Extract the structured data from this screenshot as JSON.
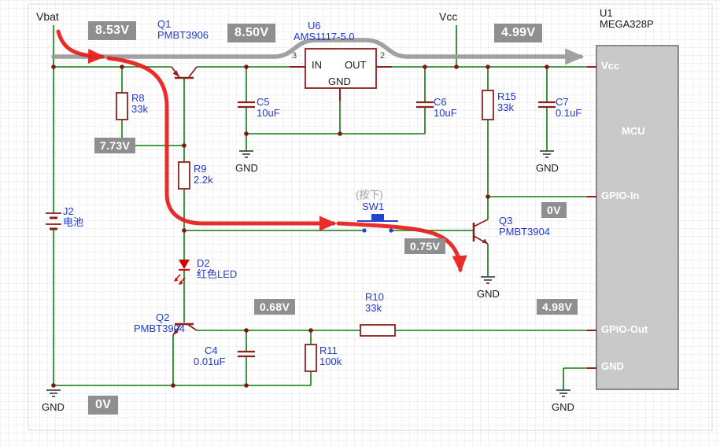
{
  "colors": {
    "wire_green": "#0f7d0f",
    "component_red": "#8d1f1f",
    "label_blue": "#2239d0",
    "badge_bg": "#8f8f8f",
    "highlight_red": "#e81c1c",
    "highlight_gray": "#9a9a9a"
  },
  "net_labels": {
    "vbat": "Vbat",
    "vcc": "Vcc",
    "gnd": "GND"
  },
  "voltage_badges": {
    "vbat_rail": "8.53V",
    "after_q1": "8.50V",
    "vcc_rail": "4.99V",
    "q1_base": "7.73V",
    "gpio_in": "0V",
    "q3_base": "0.75V",
    "q2_collector": "0.68V",
    "gpio_out": "4.98V",
    "gnd_rail": "0V"
  },
  "components": {
    "q1": {
      "ref": "Q1",
      "value": "PMBT3906"
    },
    "q2": {
      "ref": "Q2",
      "value": "PMBT3904"
    },
    "q3": {
      "ref": "Q3",
      "value": "PMBT3904"
    },
    "r8": {
      "ref": "R8",
      "value": "33k"
    },
    "r9": {
      "ref": "R9",
      "value": "2.2k"
    },
    "r10": {
      "ref": "R10",
      "value": "33k"
    },
    "r11": {
      "ref": "R11",
      "value": "100k"
    },
    "r15": {
      "ref": "R15",
      "value": "33k"
    },
    "c4": {
      "ref": "C4",
      "value": "0.01uF"
    },
    "c5": {
      "ref": "C5",
      "value": "10uF"
    },
    "c6": {
      "ref": "C6",
      "value": "10uF"
    },
    "c7": {
      "ref": "C7",
      "value": "0.1uF"
    },
    "d2": {
      "ref": "D2",
      "value": "红色LED"
    },
    "j2": {
      "ref": "J2",
      "value": "电池"
    },
    "sw1": {
      "ref": "SW1",
      "annotation": "(按下)"
    },
    "u6": {
      "ref": "U6",
      "value": "AMS1117-5.0",
      "pin_in": "IN",
      "pin_out": "OUT",
      "pin_gnd": "GND",
      "pin_num_in": "3",
      "pin_num_out": "2"
    },
    "u1": {
      "ref": "U1",
      "value": "MEGA328P",
      "pin_vcc": "Vcc",
      "core": "MCU",
      "pin_gpio_in": "GPIO-In",
      "pin_gpio_out": "GPIO-Out",
      "pin_gnd": "GND"
    }
  }
}
